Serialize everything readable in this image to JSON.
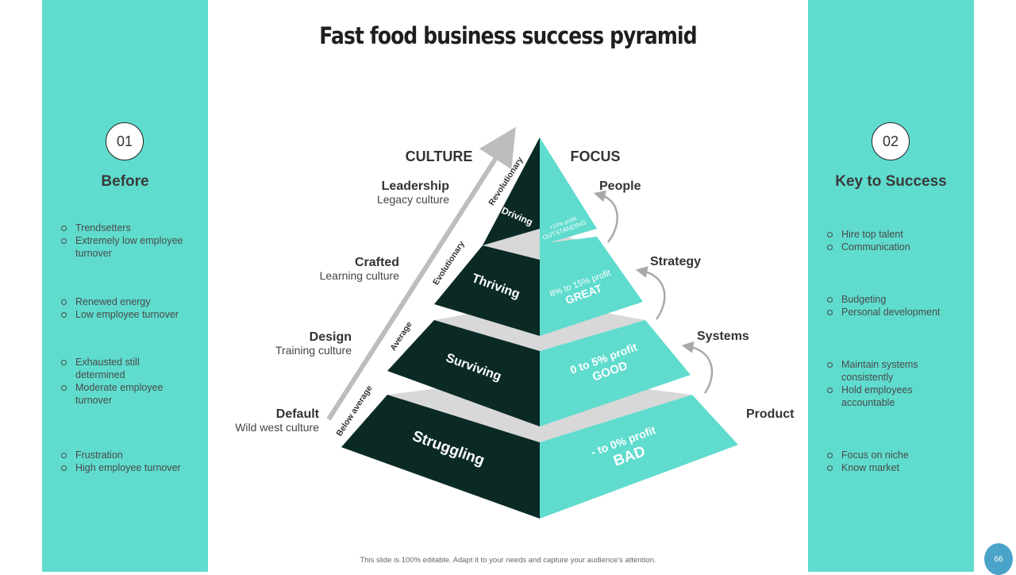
{
  "title": "Fast food business success pyramid",
  "left_panel": {
    "badge": "01",
    "heading": "Before",
    "groups": [
      [
        "Trendsetters",
        "Extremely low employee turnover"
      ],
      [
        "Renewed  energy",
        "Low employee turnover"
      ],
      [
        "Exhausted still determined",
        "Moderate employee turnover"
      ],
      [
        "Frustration",
        "High employee turnover"
      ]
    ]
  },
  "right_panel": {
    "badge": "02",
    "heading": "Key to Success",
    "groups": [
      [
        "Hire top talent",
        "Communication"
      ],
      [
        "Budgeting",
        "Personal development"
      ],
      [
        "Maintain systems consistently",
        "Hold employees accountable"
      ],
      [
        "Focus on niche",
        "Know market"
      ]
    ]
  },
  "pyramid": {
    "culture_header": "CULTURE",
    "focus_header": "FOCUS",
    "levels": [
      {
        "culture_title": "Leadership",
        "culture_sub": "Legacy culture",
        "stage": "Driving",
        "profit": "+15% profit",
        "rating": "OUTSTANDING",
        "focus": "People",
        "band": "Revolutionary"
      },
      {
        "culture_title": "Crafted",
        "culture_sub": "Learning culture",
        "stage": "Thriving",
        "profit": "8% to 15% profit",
        "rating": "GREAT",
        "focus": "Strategy",
        "band": "Evolutionary"
      },
      {
        "culture_title": "Design",
        "culture_sub": "Training culture",
        "stage": "Surviving",
        "profit": "0 to 5% profit",
        "rating": "GOOD",
        "focus": "Systems",
        "band": "Average"
      },
      {
        "culture_title": "Default",
        "culture_sub": "Wild west culture",
        "stage": "Struggling",
        "profit": "- to 0% profit",
        "rating": "BAD",
        "focus": "Product",
        "band": "Below average"
      }
    ],
    "colors": {
      "dark": "#0b2a25",
      "teal": "#5fdcce",
      "gap": "#d8d8d8",
      "arrow": "#bdbdbd"
    }
  },
  "footer": "This slide is 100% editable. Adapt it to your needs and capture your audience's attention.",
  "page_number": "66"
}
